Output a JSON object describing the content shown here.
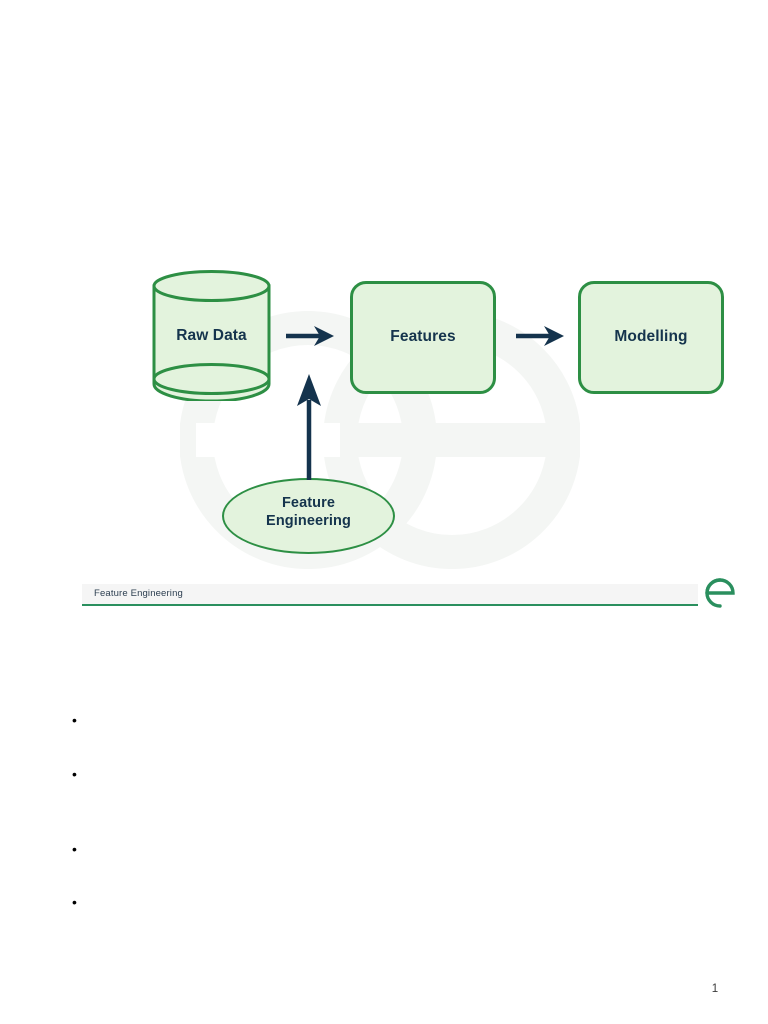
{
  "document": {
    "page_number": "1",
    "footer_title": "Feature Engineering",
    "brand_logo_icon": "reversed-e-logo-icon",
    "watermark_icon": "reversed-e-watermark-icon"
  },
  "diagram": {
    "type": "flow-diagram",
    "nodes": [
      {
        "id": "raw-data",
        "label": "Raw Data",
        "shape": "cylinder",
        "fill": "#e3f3dd",
        "stroke": "#2d8f44",
        "text_color": "#15344d"
      },
      {
        "id": "features",
        "label": "Features",
        "shape": "rounded-rect",
        "fill": "#e3f3dd",
        "stroke": "#2d8f44",
        "text_color": "#15344d"
      },
      {
        "id": "modelling",
        "label": "Modelling",
        "shape": "rounded-rect",
        "fill": "#e3f3dd",
        "stroke": "#2d8f44",
        "text_color": "#15344d"
      },
      {
        "id": "feature-engineering",
        "label": "Feature\nEngineering",
        "shape": "ellipse",
        "fill": "#e3f3dd",
        "stroke": "#2d8f44",
        "text_color": "#15344d"
      }
    ],
    "edges": [
      {
        "from": "raw-data",
        "to": "features",
        "direction": "right",
        "color": "#14334d"
      },
      {
        "from": "features",
        "to": "modelling",
        "direction": "right",
        "color": "#14334d"
      },
      {
        "from": "feature-engineering",
        "to": "raw-data",
        "direction": "up",
        "color": "#14334d"
      }
    ]
  },
  "bullets": [
    {
      "text": ""
    },
    {
      "text": ""
    },
    {
      "text": ""
    },
    {
      "text": ""
    }
  ],
  "colors": {
    "node_fill": "#e3f3dd",
    "node_stroke": "#2d8f44",
    "arrow": "#14334d",
    "text": "#15344d",
    "footer_rule": "#2a8f5e",
    "footer_bg": "#f5f5f5",
    "brand": "#2a8f5e",
    "watermark": "#f4f6f4"
  }
}
